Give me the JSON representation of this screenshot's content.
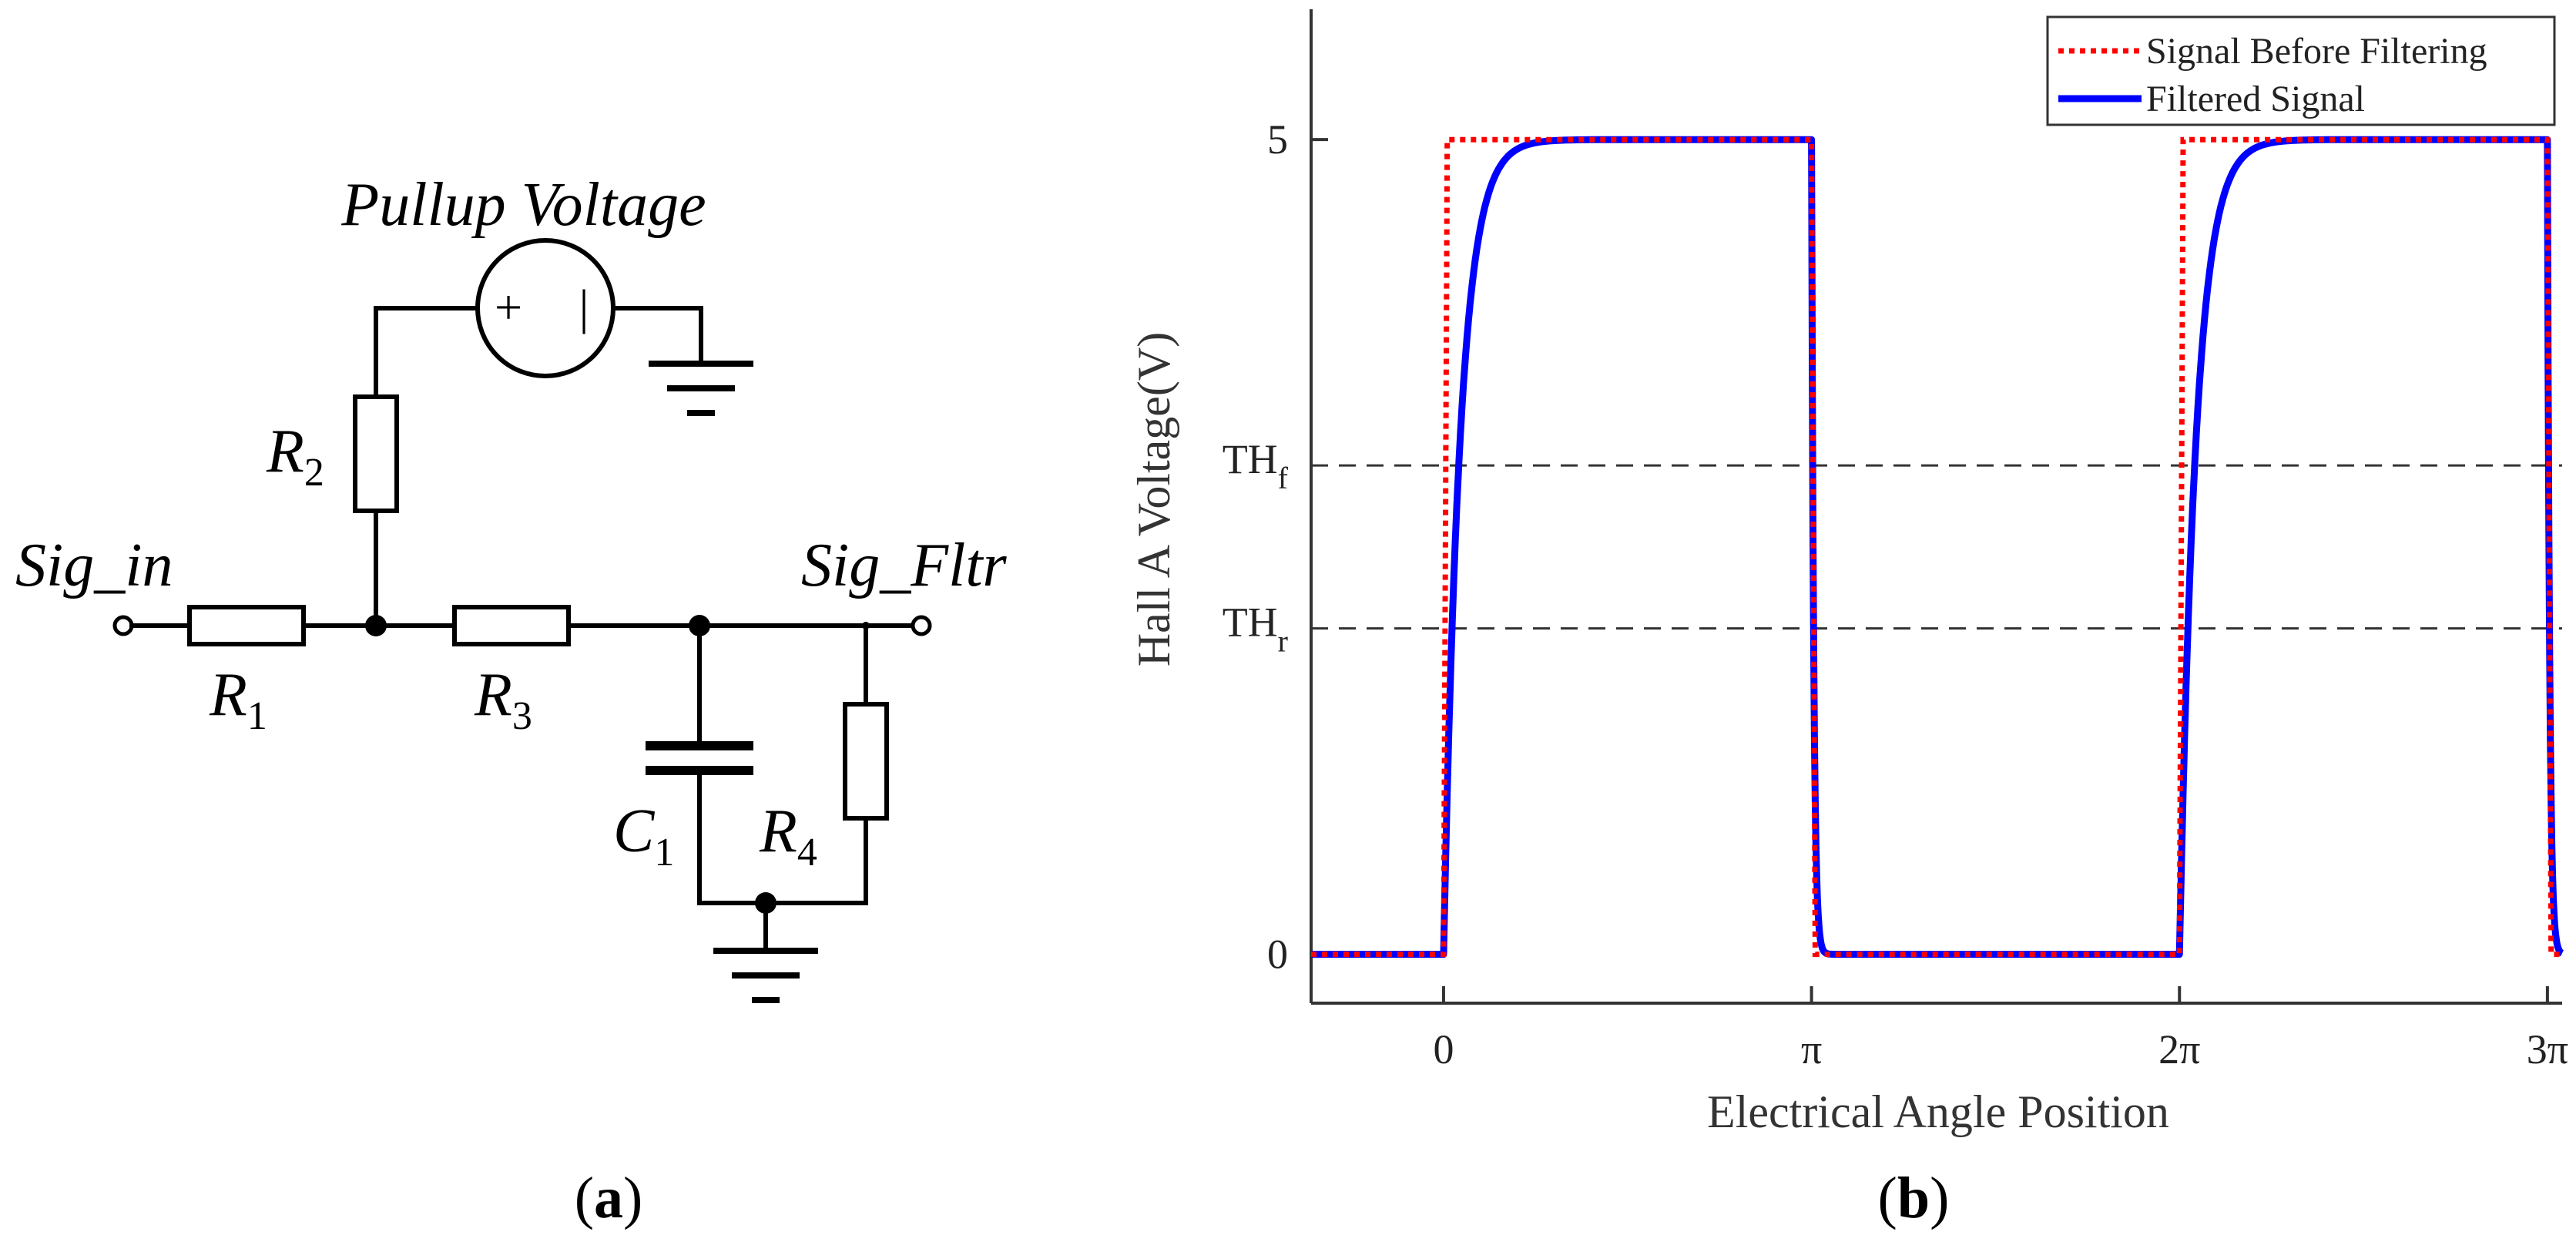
{
  "panel_a": {
    "caption_open": "(",
    "caption_letter": "a",
    "caption_close": ")",
    "labels": {
      "source": "Pullup Voltage",
      "source_plus": "+",
      "source_minus": "|",
      "sig_in": "Sig_in",
      "sig_out": "Sig_Fltr",
      "r1_letter": "R",
      "r1_sub": "1",
      "r2_letter": "R",
      "r2_sub": "2",
      "r3_letter": "R",
      "r3_sub": "3",
      "r4_letter": "R",
      "r4_sub": "4",
      "c1_letter": "C",
      "c1_sub": "1"
    }
  },
  "panel_b": {
    "caption_open": "(",
    "caption_letter": "b",
    "caption_close": ")"
  },
  "chart_data": {
    "type": "line",
    "xlabel": "Electrical Angle Position",
    "ylabel": "Hall A Voltage(V)",
    "x_unit": "pi",
    "xlim": [
      -0.36,
      3.04
    ],
    "ylim": [
      -0.3,
      5.8
    ],
    "x_ticks": [
      {
        "value": 0,
        "label": "0"
      },
      {
        "value": 1,
        "label": "π"
      },
      {
        "value": 2,
        "label": "2π"
      },
      {
        "value": 3,
        "label": "3π"
      }
    ],
    "y_ticks": [
      {
        "value": 0,
        "label": "0"
      },
      {
        "value": 5,
        "label": "5"
      }
    ],
    "thresholds": [
      {
        "base": "TH",
        "sub": "f",
        "value": 3.0
      },
      {
        "base": "TH",
        "sub": "r",
        "value": 2.0
      }
    ],
    "grid": false,
    "legend_position": "top-right",
    "series": [
      {
        "name": "Signal Before Filtering",
        "color": "#ff0000",
        "style": "dotted",
        "points": [
          [
            -0.36,
            0
          ],
          [
            0,
            0
          ],
          [
            0.01,
            5
          ],
          [
            1,
            5
          ],
          [
            1.01,
            0
          ],
          [
            2,
            0
          ],
          [
            2.01,
            5
          ],
          [
            3,
            5
          ],
          [
            3.01,
            0
          ],
          [
            3.04,
            0
          ]
        ]
      },
      {
        "name": "Filtered Signal",
        "color": "#0000ff",
        "style": "solid",
        "rise_tau": 0.045,
        "fall_tau": 0.006,
        "edges": [
          0,
          1,
          2,
          3
        ],
        "initial_level": 0,
        "high_level": 5
      }
    ]
  }
}
